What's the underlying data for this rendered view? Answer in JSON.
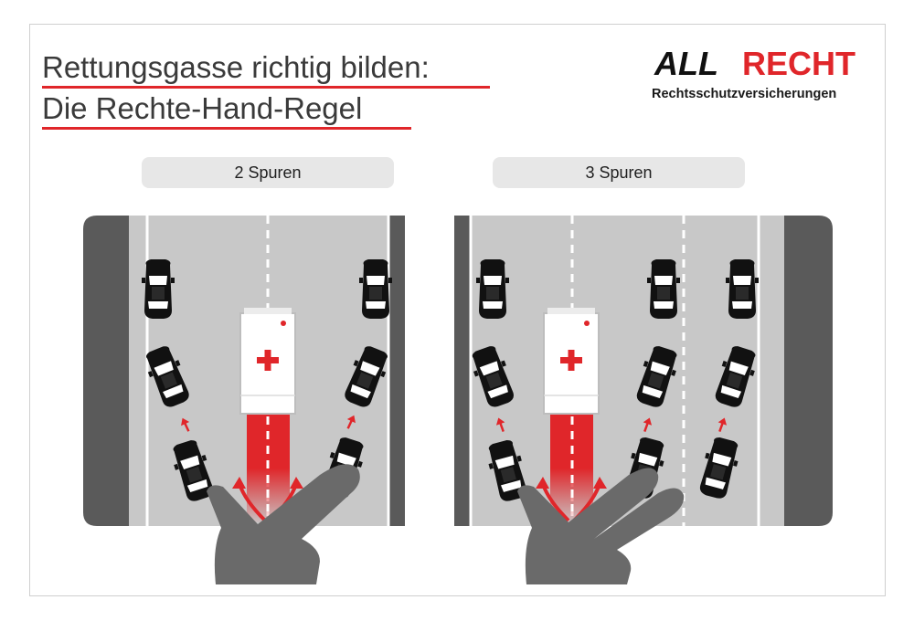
{
  "title": {
    "line1": "Rettungsgasse richtig bilden:",
    "line2": "Die Rechte-Hand-Regel"
  },
  "brand": {
    "name_part1": "ALL",
    "name_part2": "RECHT",
    "subtitle": "Rechtsschutzversicherungen"
  },
  "panels": {
    "left": {
      "label": "2 Spuren",
      "lanes": 2
    },
    "right": {
      "label": "3 Spuren",
      "lanes": 3
    }
  },
  "colors": {
    "accent": "#e0262a",
    "road": "#c8c8c8",
    "shoulder": "#5a5a5a",
    "hand": "#6a6a6a",
    "car": "#111111"
  },
  "icons": [
    "ambulance-icon",
    "car-icon",
    "hand-icon",
    "arrow-icon",
    "red-cross-icon"
  ]
}
